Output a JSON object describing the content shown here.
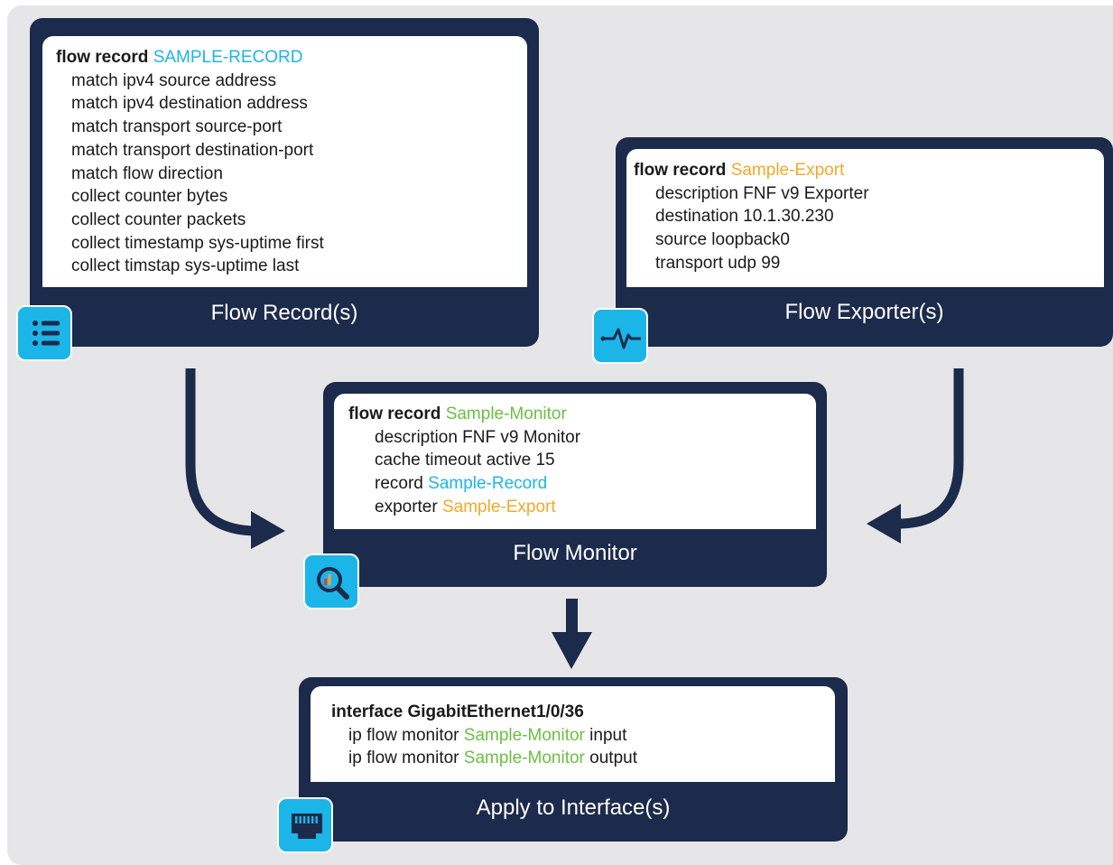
{
  "flow_record": {
    "header_prefix": "flow record",
    "header_name": "SAMPLE-RECORD",
    "lines": [
      "match ipv4 source address",
      "match ipv4 destination address",
      "match transport source-port",
      "match transport destination-port",
      "match flow direction",
      "collect counter bytes",
      "collect counter packets",
      "collect timestamp sys-uptime first",
      "collect timstap sys-uptime last"
    ],
    "caption": "Flow Record(s)"
  },
  "flow_exporter": {
    "header_prefix": "flow record",
    "header_name": "Sample-Export",
    "lines": [
      "description FNF v9 Exporter",
      "destination 10.1.30.230",
      "source loopback0",
      "transport udp 99"
    ],
    "caption": "Flow Exporter(s)"
  },
  "flow_monitor": {
    "header_prefix": "flow record",
    "header_name": "Sample-Monitor",
    "line_description": "description FNF v9 Monitor",
    "line_cache": "cache timeout active 15",
    "record_prefix": "record",
    "record_name": "Sample-Record",
    "exporter_prefix": "exporter",
    "exporter_name": "Sample-Export",
    "caption": "Flow Monitor"
  },
  "interface": {
    "header": "interface GigabitEthernet1/0/36",
    "line1_prefix": "ip flow monitor",
    "line1_name": "Sample-Monitor",
    "line1_suffix": "input",
    "line2_prefix": "ip flow monitor",
    "line2_name": "Sample-Monitor",
    "line2_suffix": "output",
    "caption": "Apply to Interface(s)"
  },
  "icons": {
    "record": "list-icon",
    "exporter": "pulse-icon",
    "monitor": "magnifier-chart-icon",
    "interface": "ethernet-port-icon"
  },
  "colors": {
    "card": "#1c2b4b",
    "blue": "#1cb5e8",
    "orange": "#f4a82a",
    "green": "#6cbf43",
    "background": "#e6e6e8"
  }
}
